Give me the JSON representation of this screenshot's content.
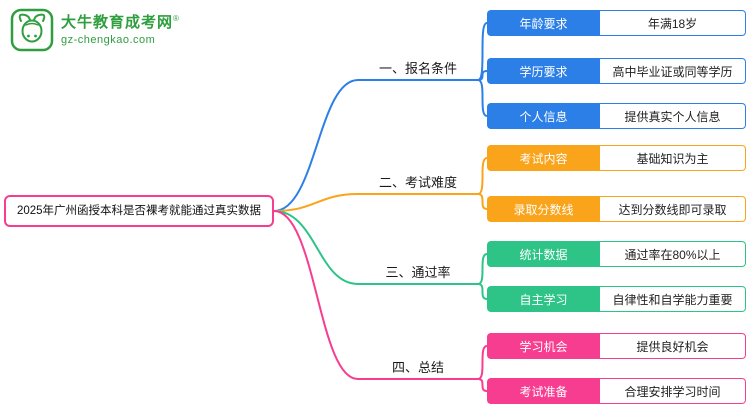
{
  "logo": {
    "title": "大牛教育成考网",
    "reg": "®",
    "subtitle": "gz-chengkao.com",
    "color": "#2f9e3f"
  },
  "root": {
    "label": "2025年广州函授本科是否裸考就能通过真实数据",
    "border_color": "#f73d8f"
  },
  "branches": [
    {
      "label": "一、报名条件",
      "color": "#2d7fe8",
      "children": [
        {
          "label": "年龄要求",
          "value": "年满18岁"
        },
        {
          "label": "学历要求",
          "value": "高中毕业证或同等学历"
        },
        {
          "label": "个人信息",
          "value": "提供真实个人信息"
        }
      ]
    },
    {
      "label": "二、考试难度",
      "color": "#f9a41a",
      "children": [
        {
          "label": "考试内容",
          "value": "基础知识为主"
        },
        {
          "label": "录取分数线",
          "value": "达到分数线即可录取"
        }
      ]
    },
    {
      "label": "三、通过率",
      "color": "#2ec487",
      "children": [
        {
          "label": "统计数据",
          "value": "通过率在80%以上"
        },
        {
          "label": "自主学习",
          "value": "自律性和自学能力重要"
        }
      ]
    },
    {
      "label": "四、总结",
      "color": "#f73d8f",
      "children": [
        {
          "label": "学习机会",
          "value": "提供良好机会"
        },
        {
          "label": "考试准备",
          "value": "合理安排学习时间"
        }
      ]
    }
  ]
}
